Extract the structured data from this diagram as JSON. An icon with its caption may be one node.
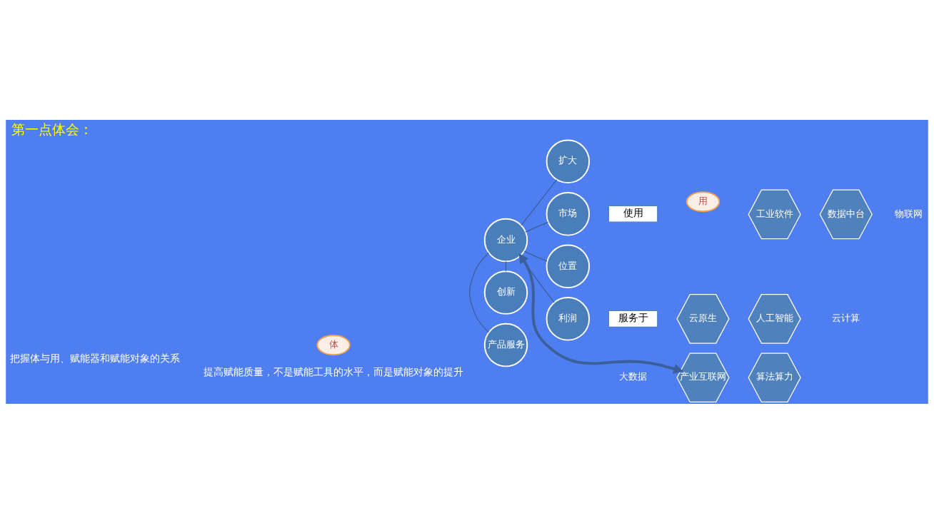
{
  "diagram": {
    "title": "第一点体会：",
    "nodes": [
      {
        "text": [
          "体"
        ]
      },
      {
        "text": [
          "用"
        ]
      },
      {
        "text": [
          "产品服务"
        ]
      },
      {
        "text": [
          "扩大"
        ]
      },
      {
        "text": [
          "市场"
        ]
      },
      {
        "text": [
          "企业"
        ]
      },
      {
        "text": [
          "位置"
        ]
      },
      {
        "text": [
          "利润"
        ]
      },
      {
        "text": [
          "创新"
        ]
      },
      {
        "text": [
          "使用"
        ]
      },
      {
        "text": [
          "服务于"
        ]
      },
      {
        "text": [
          "工业软件"
        ]
      },
      {
        "text": [
          "数据中台"
        ]
      },
      {
        "text": [
          "产业互联网"
        ]
      },
      {
        "text": [
          "算法算力"
        ]
      },
      {
        "text": [
          "云原生"
        ]
      },
      {
        "text": [
          "人工智能"
        ]
      }
    ],
    "edges": [
      {
        "from": 5,
        "to": 2,
        "arrow": "none"
      },
      {
        "from": 5,
        "to": 3,
        "arrow": "none"
      },
      {
        "from": 5,
        "to": 4,
        "arrow": "none"
      },
      {
        "from": 5,
        "to": 6,
        "arrow": "none"
      },
      {
        "from": 5,
        "to": 7,
        "arrow": "none"
      },
      {
        "from": 5,
        "to": 8,
        "arrow": "none"
      },
      {
        "from": 5,
        "to": 13,
        "arrow": "both",
        "style": "thick"
      }
    ],
    "labels": [
      "把握体与用、赋能器和赋能对象的关系",
      "提高赋能质量，不是赋能工具的水平，而是赋能对象的提升",
      "物联网",
      "大数据",
      "云计算"
    ]
  }
}
